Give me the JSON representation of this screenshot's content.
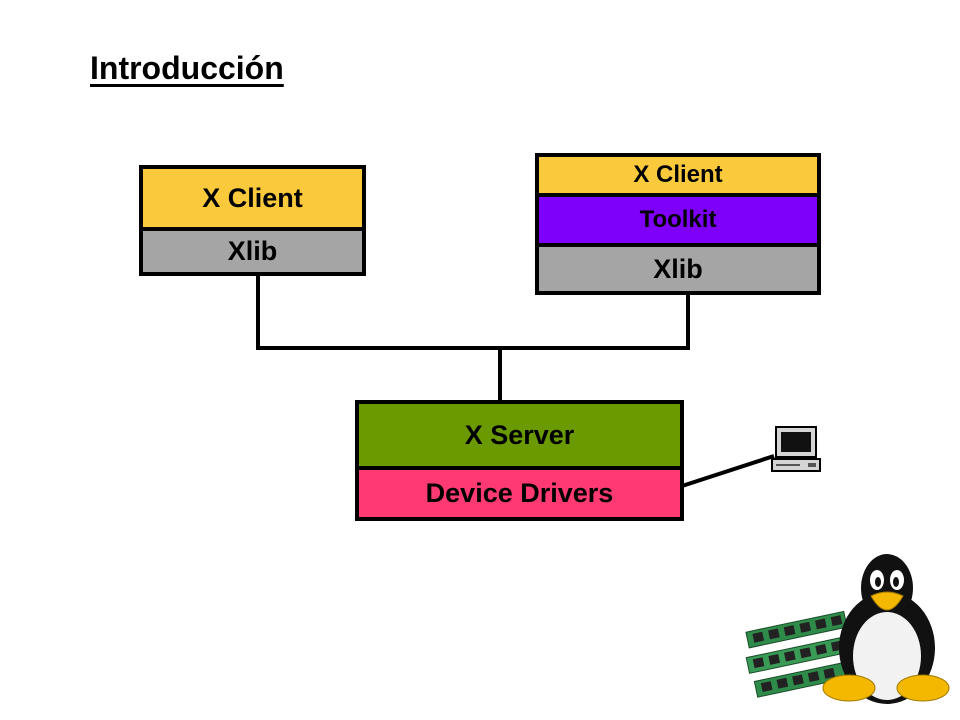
{
  "slide": {
    "title": "Introducción"
  },
  "stack_left": {
    "client": "X Client",
    "xlib": "Xlib"
  },
  "stack_right": {
    "client": "X Client",
    "toolkit": "Toolkit",
    "xlib": "Xlib"
  },
  "stack_server": {
    "server": "X Server",
    "drivers": "Device Drivers"
  },
  "colors": {
    "client": "#fbc93c",
    "xlib": "#a5a5a5",
    "toolkit": "#7e00fb",
    "server": "#6a9a00",
    "drivers": "#ff3a72"
  },
  "icons": [
    "computer-icon",
    "tux-penguin-icon",
    "memory-module-icon"
  ]
}
